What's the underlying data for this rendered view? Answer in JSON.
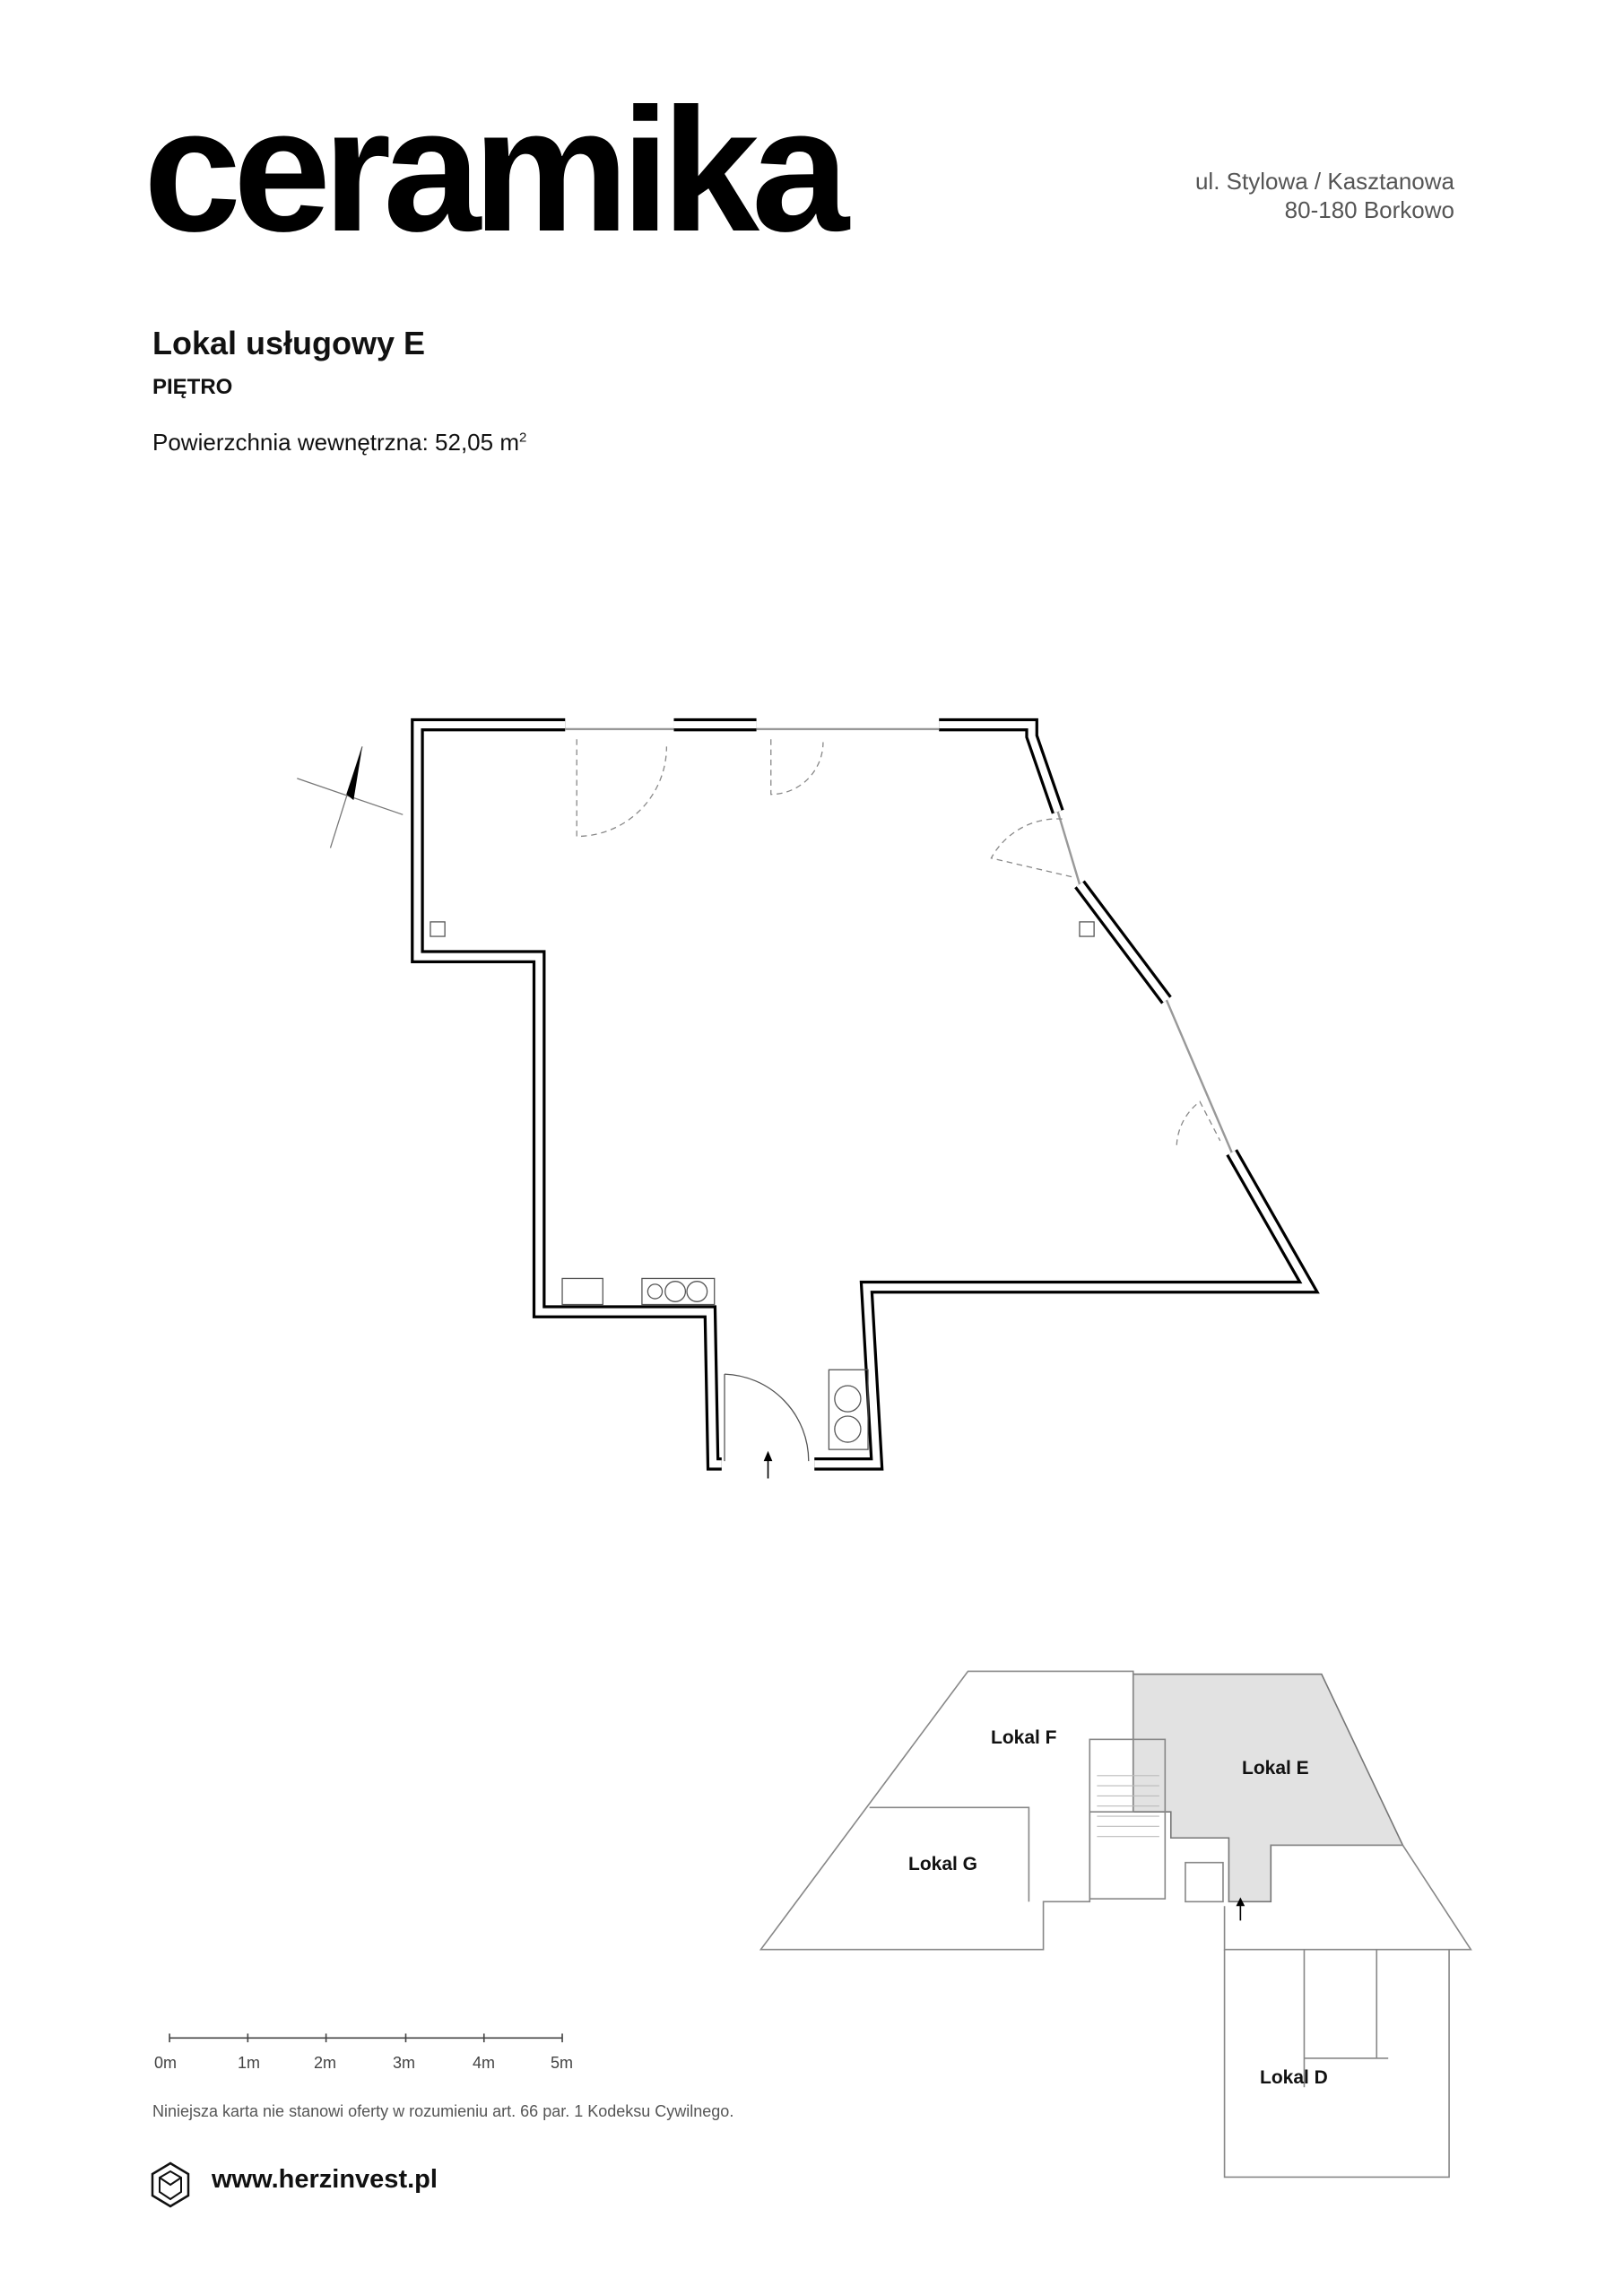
{
  "brand": {
    "logo_text": "ceramika"
  },
  "address": {
    "line1": "ul. Stylowa / Kasztanowa",
    "line2": "80-180 Borkowo"
  },
  "unit": {
    "title": "Lokal usługowy E",
    "floor": "PIĘTRO",
    "area_label": "Powierzchnia wewnętrzna: 52,05 m",
    "area_unit_sup": "2"
  },
  "key_plan": {
    "labels": {
      "f": "Lokal F",
      "e": "Lokal E",
      "g": "Lokal G",
      "d": "Lokal D"
    },
    "highlight_color": "#e2e2e2"
  },
  "scale_bar": {
    "labels": [
      "0m",
      "1m",
      "2m",
      "3m",
      "4m",
      "5m"
    ]
  },
  "disclaimer": "Niniejsza karta nie stanowi oferty w rozumieniu art. 66 par. 1 Kodeksu Cywilnego.",
  "footer": {
    "url": "www.herzinvest.pl"
  }
}
